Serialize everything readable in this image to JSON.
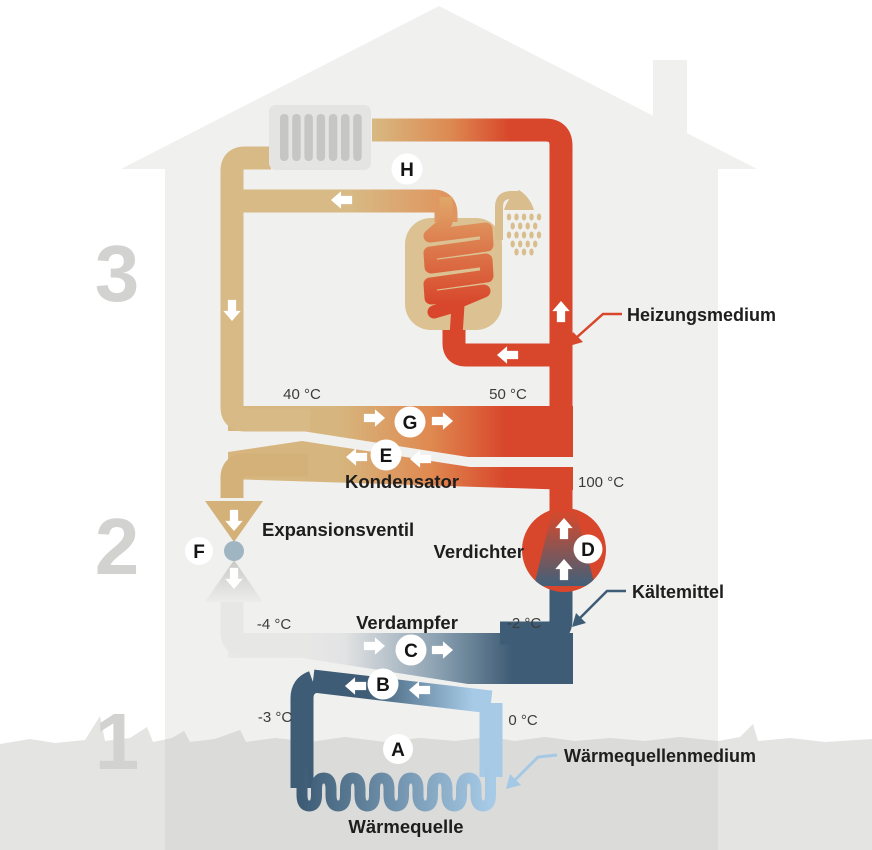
{
  "zones": {
    "heating": "3",
    "refrigerant": "2",
    "source": "1"
  },
  "components": {
    "kondensator": "Kondensator",
    "expansionsventil": "Expansionsventil",
    "verdichter": "Verdichter",
    "verdampfer": "Verdampfer",
    "waermequelle": "Wärmequelle"
  },
  "media_callouts": {
    "heizungsmedium": "Heizungsmedium",
    "kaeltemittel": "Kältemittel",
    "waermequellenmedium": "Wärmequellenmedium"
  },
  "points": {
    "a": "A",
    "b": "B",
    "c": "C",
    "d": "D",
    "e": "E",
    "f": "F",
    "g": "G",
    "h": "H"
  },
  "temperatures": {
    "t40": "40 °C",
    "t50": "50 °C",
    "t100": "100 °C",
    "tm4": "-4 °C",
    "tm2": "-2 °C",
    "tm3": "-3 °C",
    "t0": "0 °C"
  },
  "colors": {
    "hot_red": "#d8462b",
    "warm_tan": "#d6b67e",
    "cold_dark_blue": "#3e5c75",
    "cold_light_blue": "#a7cbe7",
    "house_gray": "#f0f0ef",
    "ground_gray": "#dbdbda"
  }
}
